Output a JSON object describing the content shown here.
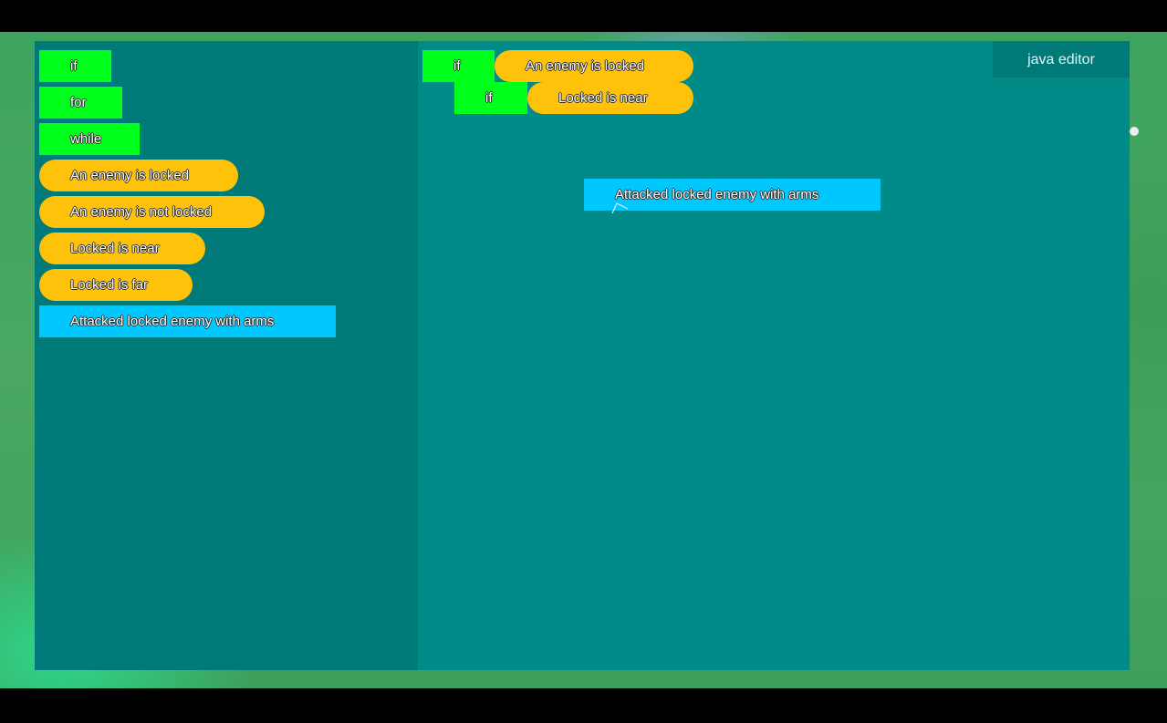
{
  "editor": {
    "title": "java editor"
  },
  "palette": {
    "items": [
      {
        "label": "if",
        "kind": "control"
      },
      {
        "label": "for",
        "kind": "control"
      },
      {
        "label": "while",
        "kind": "control"
      },
      {
        "label": "An enemy is locked",
        "kind": "condition"
      },
      {
        "label": "An enemy is not locked",
        "kind": "condition"
      },
      {
        "label": "Locked is near",
        "kind": "condition"
      },
      {
        "label": "Locked is far",
        "kind": "condition"
      },
      {
        "label": "Attacked locked enemy with arms",
        "kind": "action"
      }
    ]
  },
  "workspace": {
    "blocks": [
      {
        "label": "if",
        "kind": "control"
      },
      {
        "label": "An enemy is locked",
        "kind": "condition"
      },
      {
        "label": "if",
        "kind": "control"
      },
      {
        "label": "Locked is near",
        "kind": "condition"
      },
      {
        "label": "Attacked locked enemy with arms",
        "kind": "action"
      }
    ]
  },
  "colors": {
    "control": "#00ff1a",
    "condition": "#ffc20a",
    "action": "#00c8ff",
    "palette_bg": "#007a78",
    "workspace_bg": "#008a88"
  }
}
